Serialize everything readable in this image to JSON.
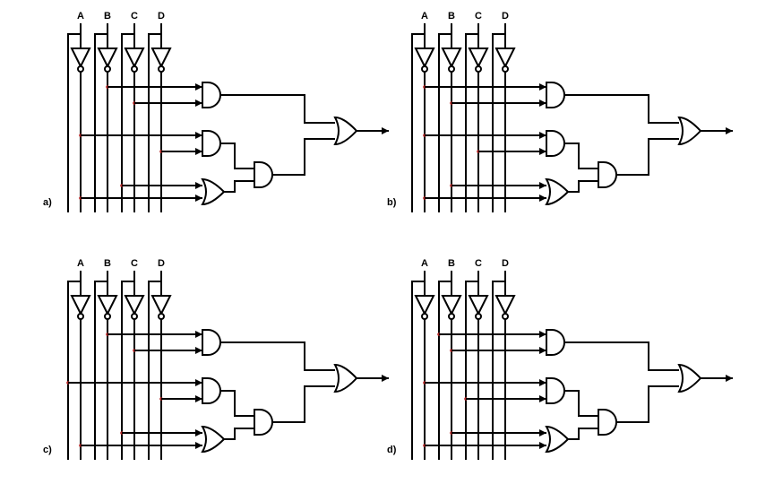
{
  "panels": [
    {
      "label": "a)",
      "inputs": [
        "A",
        "B",
        "C",
        "D"
      ]
    },
    {
      "label": "b)",
      "inputs": [
        "A",
        "B",
        "C",
        "D"
      ]
    },
    {
      "label": "c)",
      "inputs": [
        "A",
        "B",
        "C",
        "D"
      ]
    },
    {
      "label": "d)",
      "inputs": [
        "A",
        "B",
        "C",
        "D"
      ]
    }
  ]
}
